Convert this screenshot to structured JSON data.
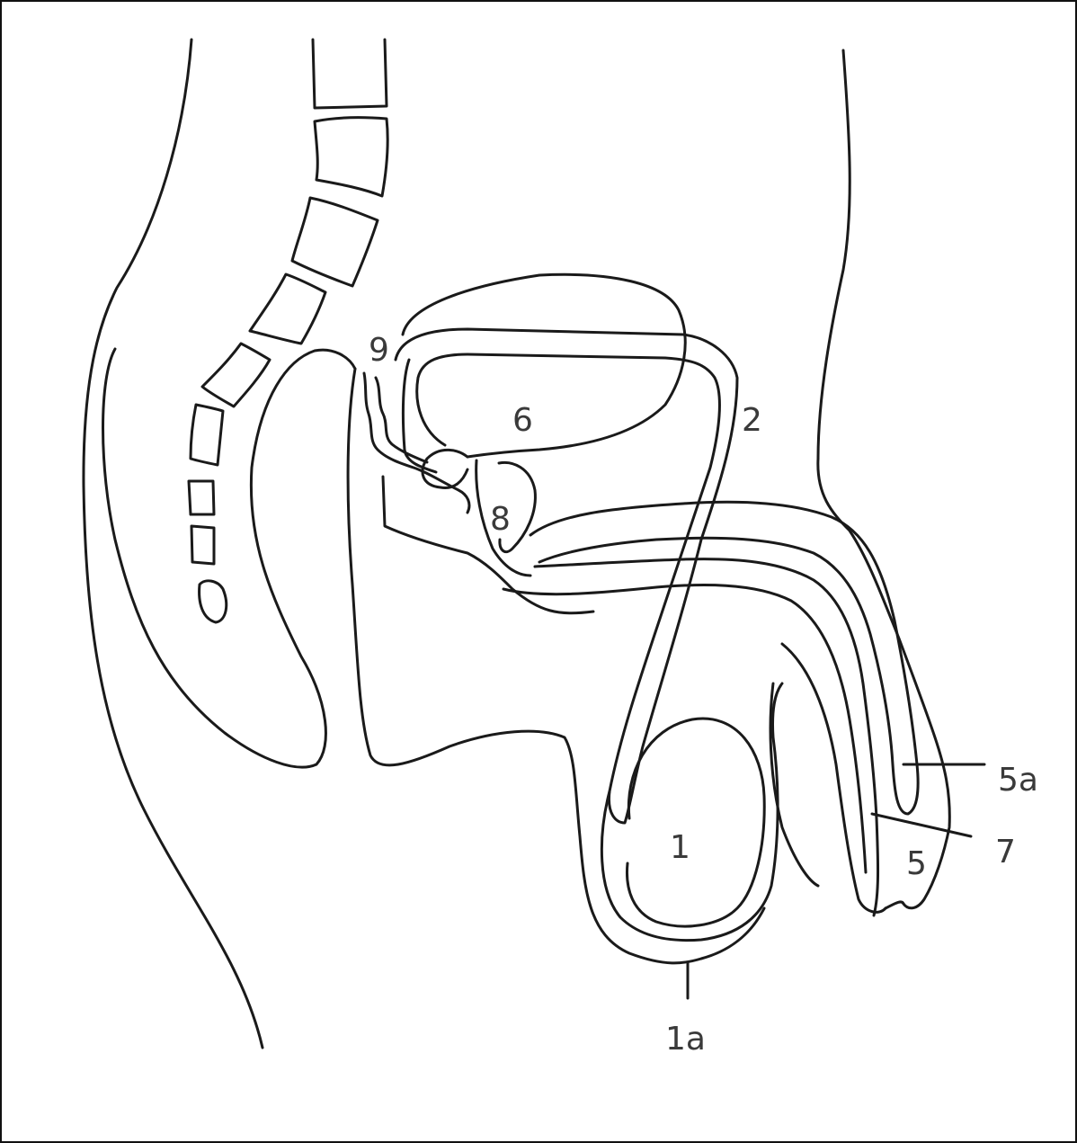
{
  "diagram": {
    "labels": {
      "l1": "1",
      "l1a": "1a",
      "l2": "2",
      "l5": "5",
      "l5a": "5a",
      "l6": "6",
      "l7": "7",
      "l8": "8",
      "l9": "9"
    },
    "line_color": "#1a1a1a",
    "label_color": "#3a3a3a"
  }
}
